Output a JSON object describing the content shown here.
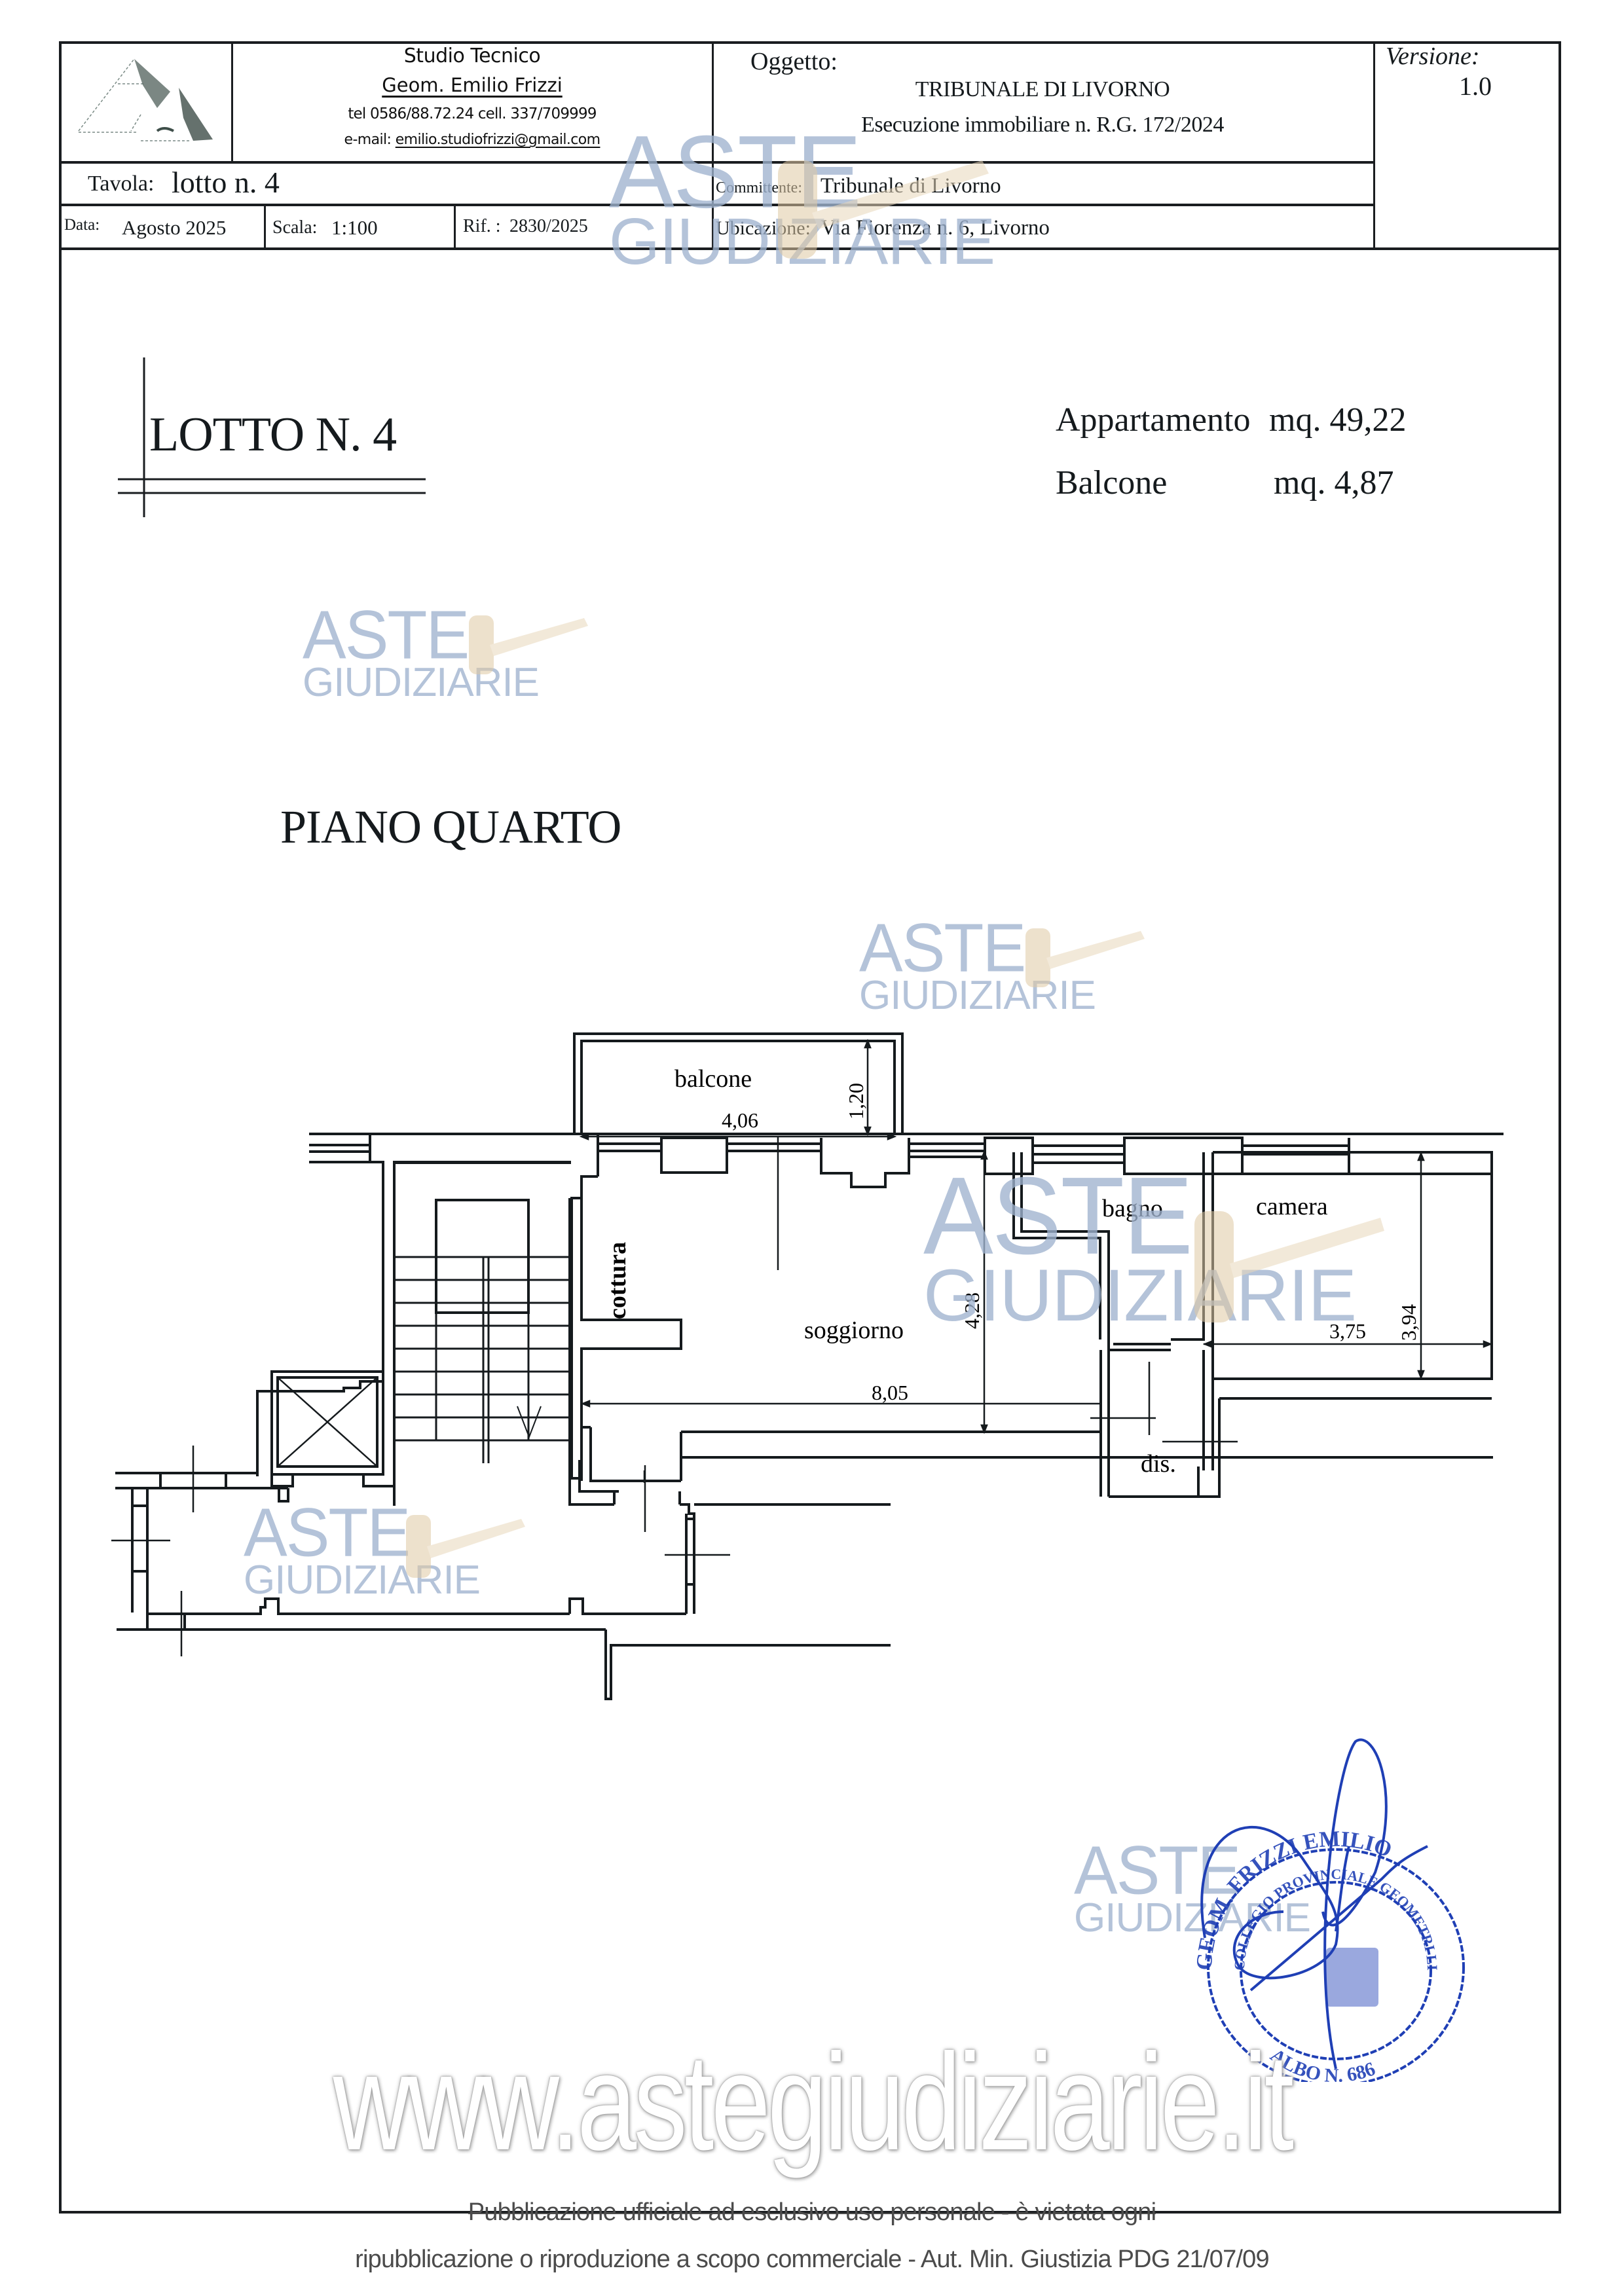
{
  "title_block": {
    "studio": {
      "name": "Studio Tecnico",
      "surveyor": "Geom. Emilio Frizzi",
      "phones": "tel 0586/88.72.24  cell. 337/709999",
      "email_label": "e-mail:",
      "email": "emilio.studiofrizzi@gmail.com"
    },
    "oggetto_label": "Oggetto:",
    "oggetto_line1": "TRIBUNALE DI LIVORNO",
    "oggetto_line2": "Esecuzione immobiliare n. R.G. 172/2024",
    "versione_label": "Versione:",
    "versione_value": "1.0",
    "tavola_label": "Tavola:",
    "tavola_value": "lotto n. 4",
    "committente_label": "Committente:",
    "committente_value": "Tribunale di Livorno",
    "data_label": "Data:",
    "data_value": "Agosto 2025",
    "scala_label": "Scala:",
    "scala_value": "1:100",
    "rif_label": "Rif. :",
    "rif_value": "2830/2025",
    "ubicazione_label": "Ubicazione:",
    "ubicazione_value": "Via Fiorenza n. 6, Livorno"
  },
  "heading": {
    "lotto": "LOTTO N. 4",
    "floor": "PIANO QUARTO"
  },
  "areas": {
    "appartamento_label": "Appartamento",
    "appartamento_value": "mq. 49,22",
    "balcone_label": "Balcone",
    "balcone_value": "mq. 4,87"
  },
  "plan": {
    "rooms": {
      "balcone": "balcone",
      "cottura": "cottura",
      "soggiorno": "soggiorno",
      "bagno": "bagno",
      "camera": "camera",
      "dis": "dis."
    },
    "dimensions": {
      "balcone_width": "4,06",
      "balcone_depth": "1,20",
      "soggiorno_length": "8,05",
      "soggiorno_depth": "4,28",
      "camera_width": "3,75",
      "camera_depth": "3,94"
    }
  },
  "stamp": {
    "outer_text": "GEOM. FRIZZI EMILIO",
    "inner_text": "COLLEGIO PROVINCIALE GEOMETRI LIVORNO",
    "bottom_text": "ALBO N. 686",
    "color": "#1f3fb5"
  },
  "watermark": {
    "line1": "ASTE",
    "line2": "GIUDIZIARIE",
    "site": "www.astegiudiziarie.it",
    "text_color": "#9fb3cf",
    "gavel_color": "#e3cfae"
  },
  "footer": {
    "line1": "Pubblicazione ufficiale ad esclusivo uso personale - è vietata ogni",
    "line2": "ripubblicazione o riproduzione a scopo commerciale - Aut. Min. Giustizia PDG 21/07/09"
  }
}
